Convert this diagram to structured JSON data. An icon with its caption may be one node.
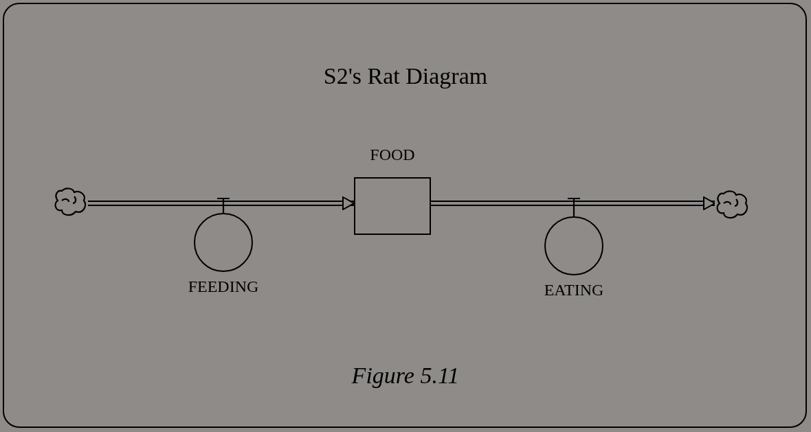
{
  "diagram": {
    "title": "S2's Rat Diagram",
    "caption": "Figure 5.11",
    "nodes": [
      {
        "text": [],
        "shape": "cloud"
      },
      {
        "text": [
          "FOOD"
        ]
      },
      {
        "text": [],
        "shape": "cloud"
      },
      {
        "text": [
          "FEEDING"
        ]
      },
      {
        "text": [
          "EATING"
        ]
      }
    ],
    "edges": [
      {
        "from": 0,
        "to": 1,
        "arrow": "to"
      },
      {
        "from": 1,
        "to": 2,
        "arrow": "to"
      },
      {
        "from": 3,
        "to": null,
        "arrow": "none"
      },
      {
        "from": 4,
        "to": null,
        "arrow": "none"
      }
    ]
  }
}
